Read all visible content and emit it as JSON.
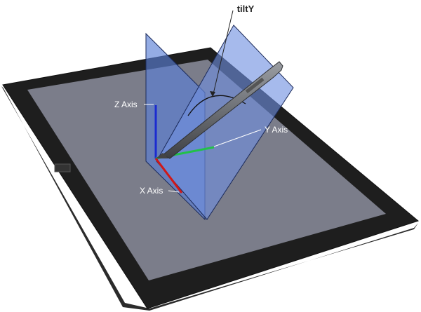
{
  "labels": {
    "tilt": "tiltY",
    "z_axis": "Z Axis",
    "y_axis": "Y Axis",
    "x_axis": "X Axis"
  },
  "colors": {
    "tablet_body": "#1f1f1f",
    "tablet_screen": "#7b7d8a",
    "plane_fill": "#5a7fd6",
    "plane_stroke": "#1b2a5a",
    "pen": "#6d7075",
    "x_axis": "#d01818",
    "y_axis": "#23c04a",
    "z_axis": "#1b2bd0"
  }
}
